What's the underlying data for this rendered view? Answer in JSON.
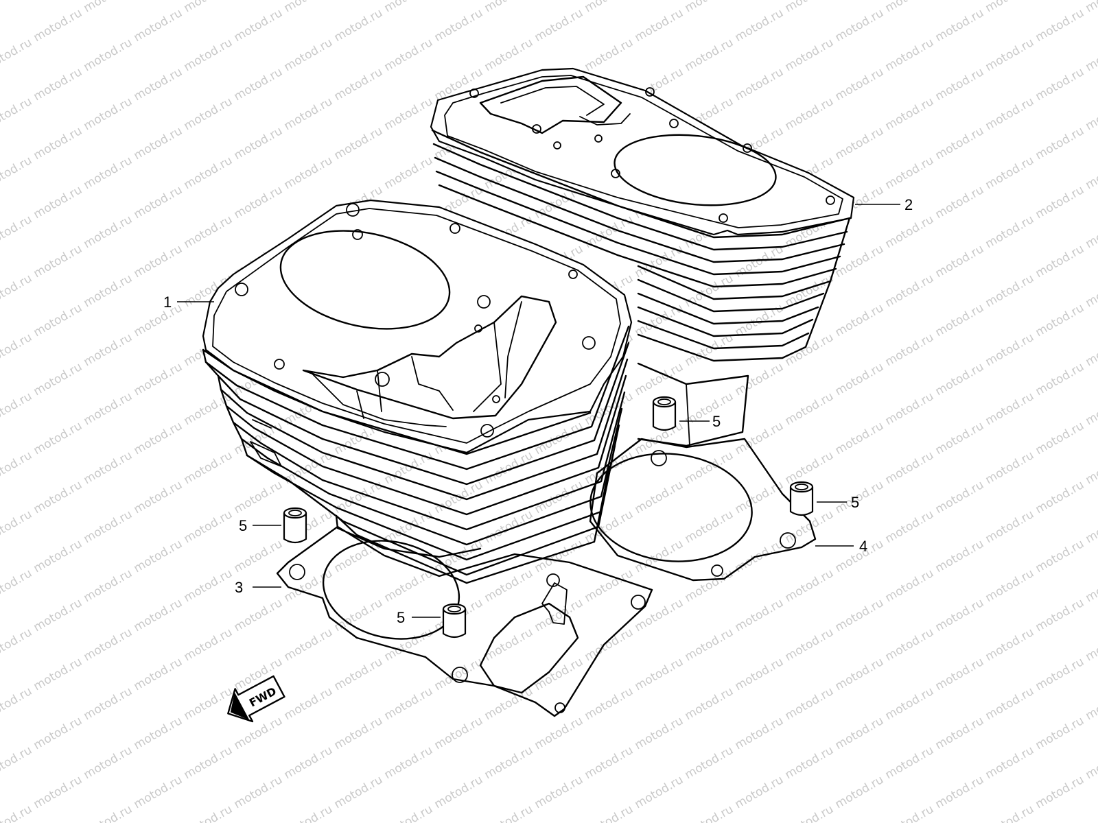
{
  "watermark": {
    "text": "motod.ru"
  },
  "callouts": [
    {
      "id": "1",
      "label": "1"
    },
    {
      "id": "2",
      "label": "2"
    },
    {
      "id": "3",
      "label": "3"
    },
    {
      "id": "4",
      "label": "4"
    },
    {
      "id": "5a",
      "label": "5"
    },
    {
      "id": "5b",
      "label": "5"
    },
    {
      "id": "5c",
      "label": "5"
    },
    {
      "id": "5d",
      "label": "5"
    }
  ],
  "fwd_arrow": {
    "label": "FWD"
  }
}
